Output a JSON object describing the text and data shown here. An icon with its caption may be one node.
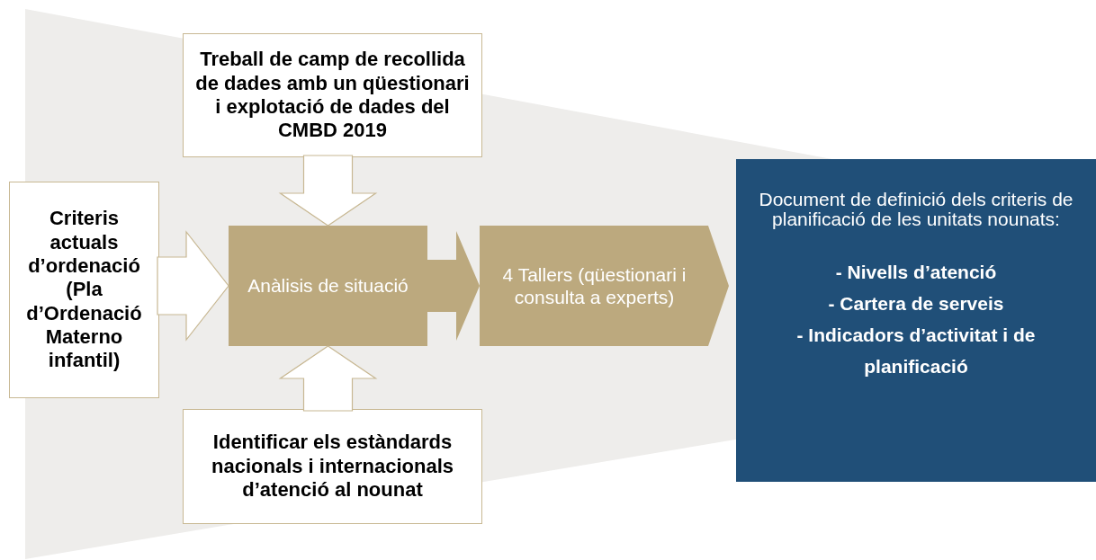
{
  "diagram": {
    "nodes": [
      {
        "text": [
          "Treball de camp de recollida de dades amb un qüestionari i explotació de dades del CMBD 2019"
        ]
      },
      {
        "text": [
          "Criteris actuals d’ordenació (Pla d’Ordenació Materno infantil)"
        ]
      },
      {
        "text": [
          "Anàlisis de situació"
        ]
      },
      {
        "text": [
          "4 Tallers (qüestionari i consulta a experts)"
        ]
      },
      {
        "text": [
          "Identificar els estàndards nacionals i internacionals d’atenció al nounat"
        ]
      },
      {
        "text": [
          "Document de definició dels criteris de planificació de les unitats nounats:",
          "- Nivells d’atenció",
          "- Cartera de serveis",
          "- Indicadors d’activitat i de planificació"
        ]
      }
    ],
    "edges": [
      {
        "from": 0,
        "to": 2,
        "arrow": "to"
      },
      {
        "from": 1,
        "to": 2,
        "arrow": "to"
      },
      {
        "from": 4,
        "to": 2,
        "arrow": "to"
      },
      {
        "from": 2,
        "to": 3,
        "arrow": "to",
        "color": "#bca97e"
      }
    ]
  }
}
